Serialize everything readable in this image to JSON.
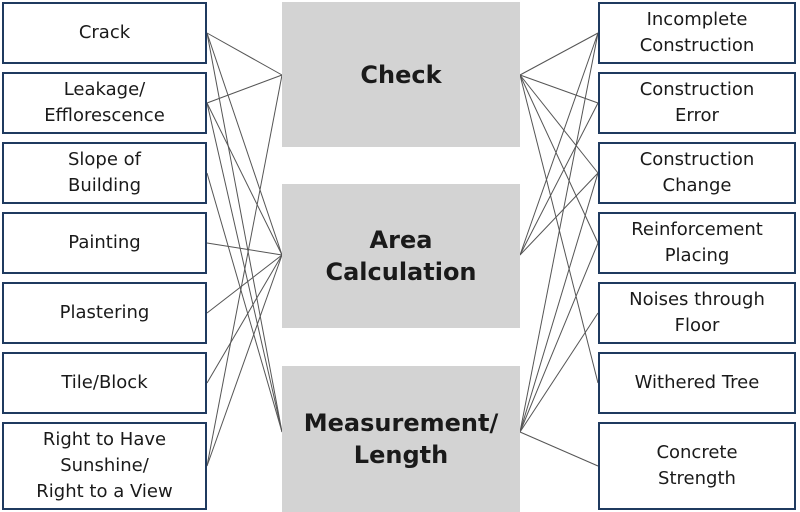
{
  "left_items": [
    "Crack",
    "Leakage/\nEfflorescence",
    "Slope of\nBuilding",
    "Painting",
    "Plastering",
    "Tile/Block",
    "Right to Have\nSunshine/\nRight to a View"
  ],
  "center_items": [
    "Check",
    "Area\nCalculation",
    "Measurement/\nLength"
  ],
  "right_items": [
    "Incomplete\nConstruction",
    "Construction\nError",
    "Construction\nChange",
    "Reinforcement\nPlacing",
    "Noises through\nFloor",
    "Withered Tree",
    "Concrete\nStrength"
  ],
  "colors": {
    "box_border": "#1f3a5f",
    "center_fill": "#d3d3d3",
    "line": "#555555"
  }
}
